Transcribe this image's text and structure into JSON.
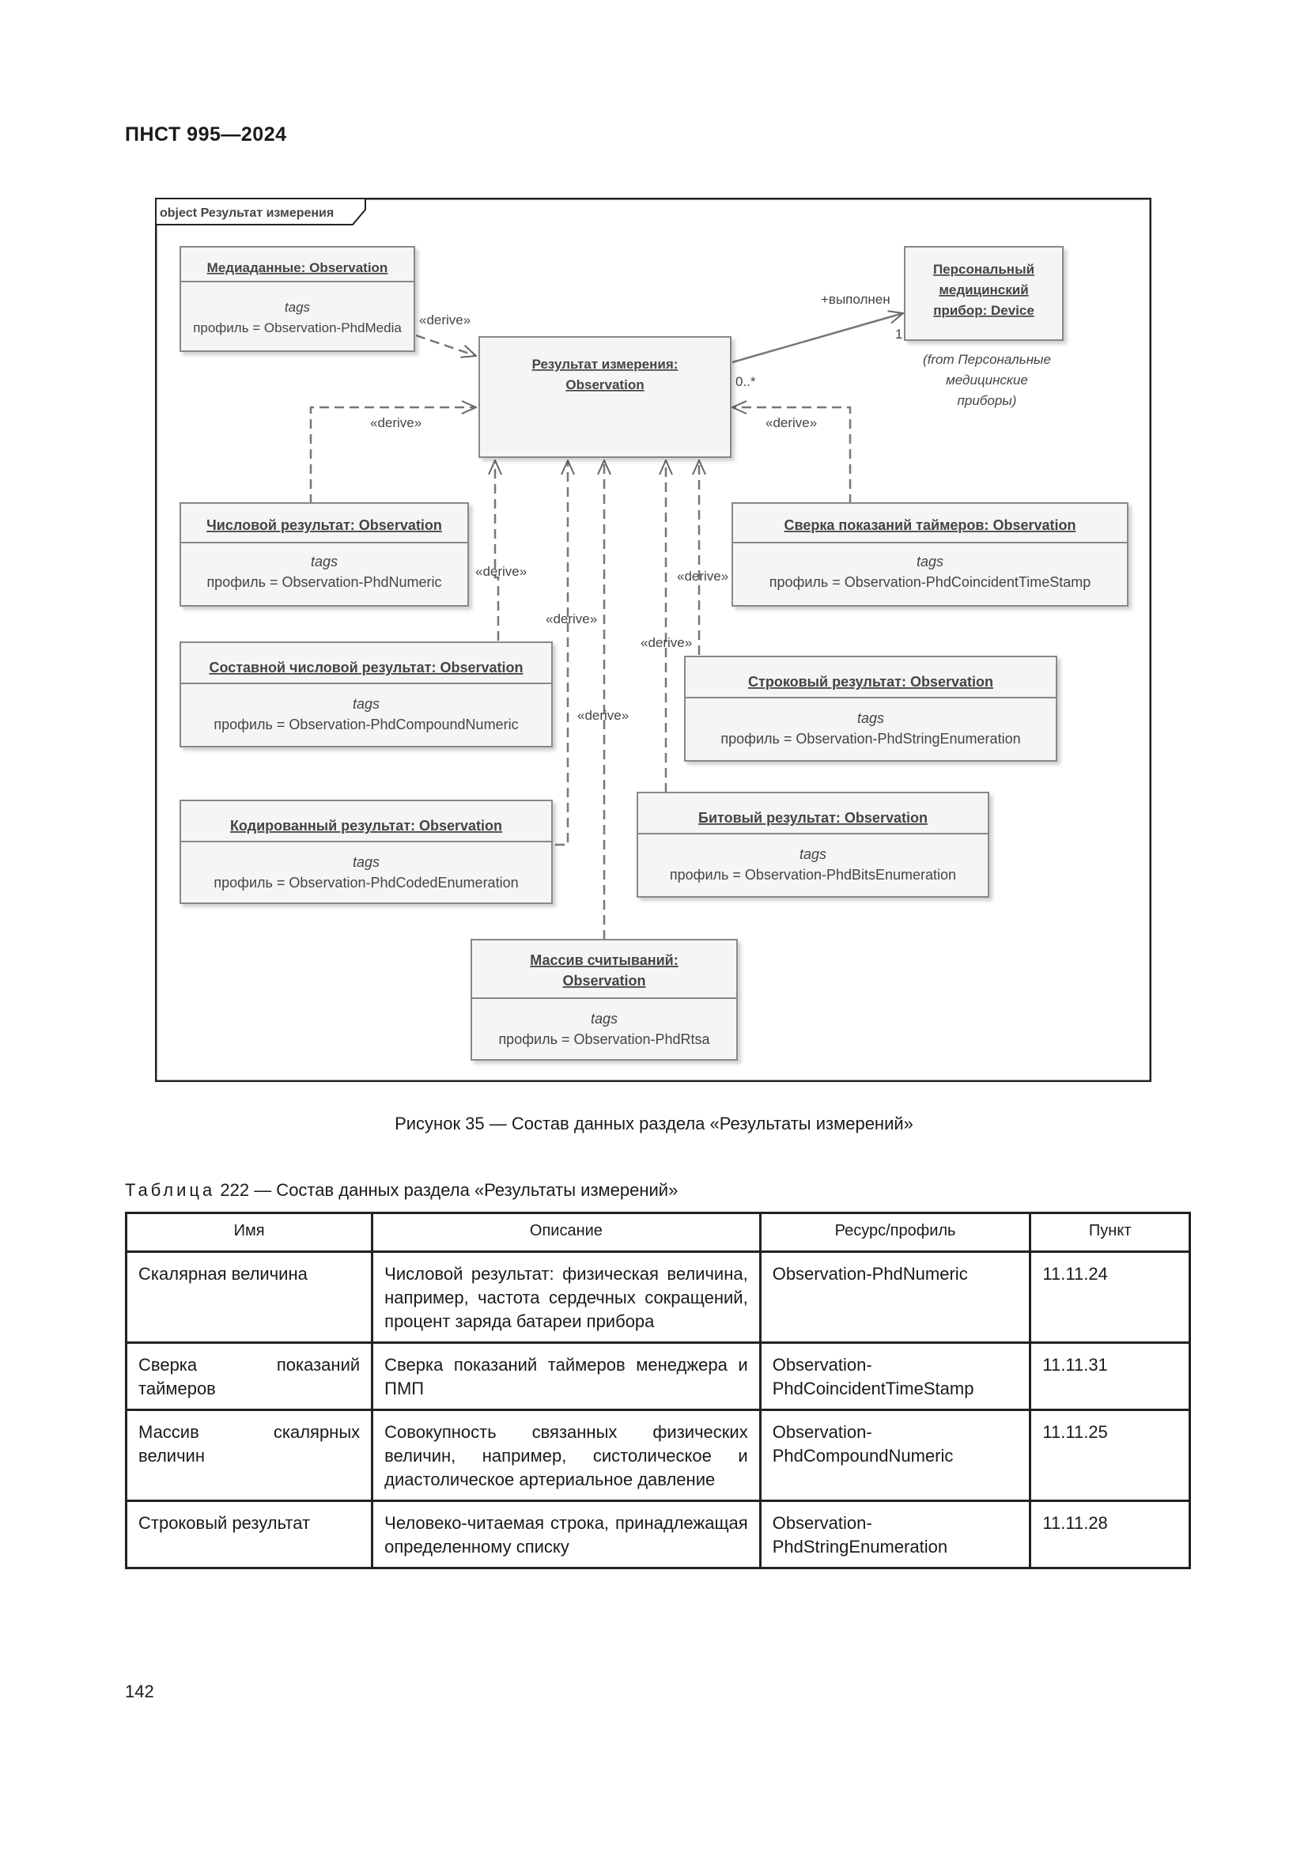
{
  "header": {
    "doc_id": "ПНСТ 995—2024"
  },
  "diagram": {
    "frame_label": "object Результат измерения",
    "nodes": {
      "media": {
        "title": "Медиаданные: Observation",
        "tags": "tags",
        "profile": "профиль = Observation-PhdMedia"
      },
      "result": {
        "title_line1": "Результат измерения:",
        "title_line2": "Observation"
      },
      "device": {
        "title_line1": "Персональный",
        "title_line2": "медицинский",
        "title_line3": "прибор: Device"
      },
      "numeric": {
        "title": "Числовой результат: Observation",
        "tags": "tags",
        "profile": "профиль = Observation-PhdNumeric"
      },
      "timestamp": {
        "title": "Сверка показаний таймеров: Observation",
        "tags": "tags",
        "profile": "профиль = Observation-PhdCoincidentTimeStamp"
      },
      "compound": {
        "title": "Составной числовой результат: Observation",
        "tags": "tags",
        "profile": "профиль = Observation-PhdCompoundNumeric"
      },
      "string": {
        "title": "Строковый результат: Observation",
        "tags": "tags",
        "profile": "профиль = Observation-PhdStringEnumeration"
      },
      "coded": {
        "title": "Кодированный результат: Observation",
        "tags": "tags",
        "profile": "профиль = Observation-PhdCodedEnumeration"
      },
      "bits": {
        "title": "Битовый результат: Observation",
        "tags": "tags",
        "profile": "профиль = Observation-PhdBitsEnumeration"
      },
      "rtsa": {
        "title_line1": "Массив считываний:",
        "title_line2": "Observation",
        "tags": "tags",
        "profile": "профиль = Observation-PhdRtsa"
      }
    },
    "from_note": {
      "line1": "(from Персональные",
      "line2": "медицинские",
      "line3": "приборы)"
    },
    "labels": {
      "derive": "«derive»",
      "performed": "+выполнен",
      "mult_one": "1",
      "mult_many": "0..*"
    }
  },
  "caption": "Рисунок 35 — Состав данных раздела «Результаты измерений»",
  "table": {
    "title_prefix": "Таблица",
    "title_rest": " 222 — Состав данных раздела «Результаты измерений»",
    "headers": [
      "Имя",
      "Описание",
      "Ресурс/профиль",
      "Пункт"
    ],
    "rows": [
      [
        "Скалярная величина",
        "Числовой результат: физическая величина, например, частота сердечных сокращений, процент заряда батареи прибора",
        "Observation-PhdNumeric",
        "11.11.24"
      ],
      [
        "Сверка показаний таймеров",
        "Сверка показаний таймеров менеджера и ПМП",
        "Observation-PhdCoincidentTimeStamp",
        "11.11.31"
      ],
      [
        "Массив скалярных величин",
        "Совокупность связанных физических величин, например, систолическое и диастолическое артериальное давление",
        "Observation-PhdCompoundNumeric",
        "11.11.25"
      ],
      [
        "Строковый результат",
        "Человеко-читаемая строка, принадлежащая определенному списку",
        "Observation-PhdStringEnumeration",
        "11.11.28"
      ]
    ]
  },
  "page_number": "142"
}
